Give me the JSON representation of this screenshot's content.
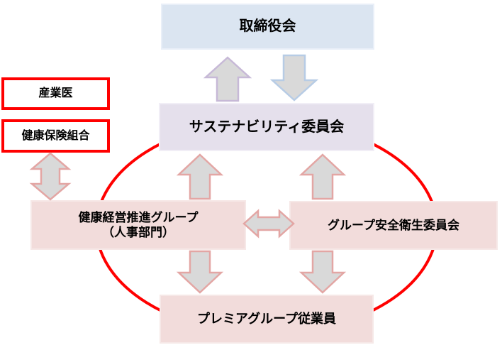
{
  "colors": {
    "red": "#FF0000",
    "board_fill": "#DBE5F1",
    "sustainability_fill": "#E5E0EC",
    "pink_fill": "#F2DCDB",
    "arrow_gray_fill": "#D9D9D9",
    "arrow_lavender_border": "#C7B9D7",
    "arrow_blue_border": "#B7CCE5",
    "arrow_pink_border": "#E3A6A4",
    "text": "#000000"
  },
  "nodes": {
    "board": {
      "label": "取締役会"
    },
    "sustainability": {
      "label": "サステナビリティ委員会"
    },
    "industrial_physician": {
      "label": "産業医"
    },
    "health_insurance": {
      "label": "健康保険組合"
    },
    "hr_group": {
      "label_line1": "健康経営推進グループ",
      "label_line2": "（人事部門）"
    },
    "safety_committee": {
      "label": "グループ安全衛生委員会"
    },
    "employees": {
      "label": "プレミアグループ従業員"
    }
  }
}
